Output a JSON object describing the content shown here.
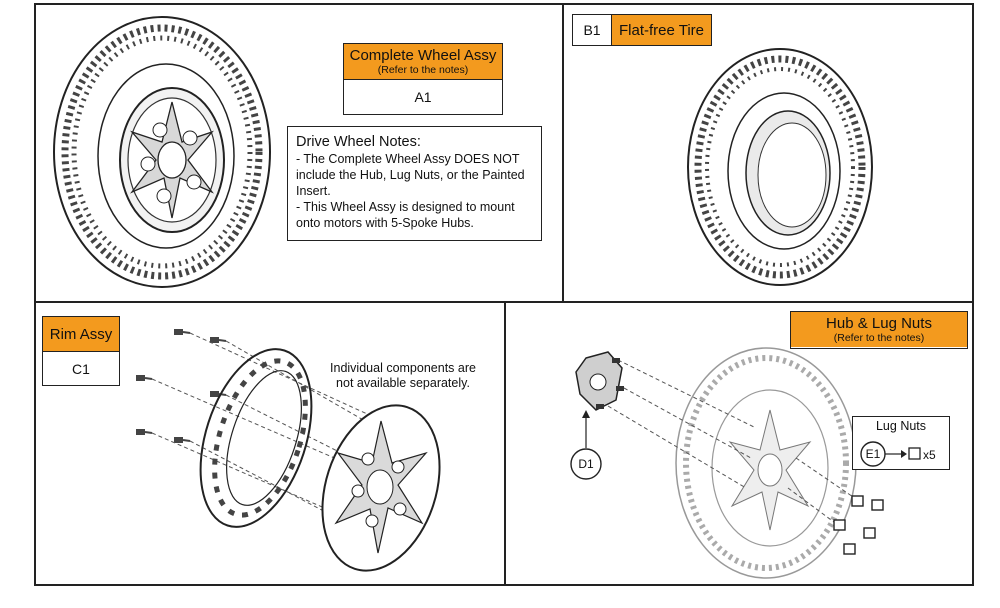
{
  "panels": {
    "a": {
      "title": "Complete Wheel Assy",
      "subtitle": "(Refer to the notes)",
      "code": "A1",
      "notes": {
        "heading": "Drive Wheel Notes:",
        "lines": [
          "- The Complete Wheel Assy DOES NOT",
          "include the Hub, Lug Nuts, or the Painted",
          "Insert.",
          "- This Wheel Assy is designed to mount",
          "onto motors with 5-Spoke Hubs."
        ]
      }
    },
    "b": {
      "code": "B1",
      "title": "Flat-free Tire"
    },
    "c": {
      "title": "Rim Assy",
      "code": "C1",
      "note_lines": [
        "Individual components are",
        "not available separately."
      ]
    },
    "d": {
      "title": "Hub & Lug Nuts",
      "subtitle": "(Refer to the notes)",
      "hub_code": "D1",
      "lug_label": "Lug Nuts",
      "lug_code": "E1",
      "lug_qty": "x5"
    }
  },
  "colors": {
    "accent": "#f39a1e",
    "line": "#222222"
  }
}
